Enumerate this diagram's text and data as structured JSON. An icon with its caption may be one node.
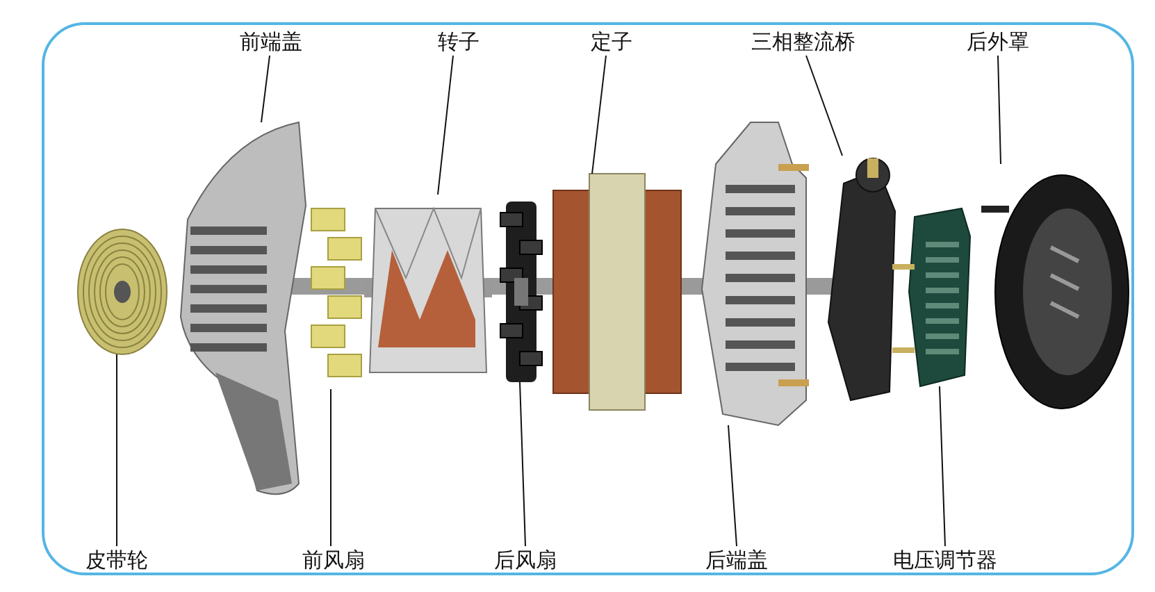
{
  "diagram": {
    "nodes": [
      {
        "text": [
          "前端盖"
        ]
      },
      {
        "text": [
          "转子"
        ]
      },
      {
        "text": [
          "定子"
        ]
      },
      {
        "text": [
          "三相整流桥"
        ]
      },
      {
        "text": [
          "后外罩"
        ]
      },
      {
        "text": [
          "皮带轮"
        ]
      },
      {
        "text": [
          "前风扇"
        ]
      },
      {
        "text": [
          "后风扇"
        ]
      },
      {
        "text": [
          "后端盖"
        ]
      },
      {
        "text": [
          "电压调节器"
        ]
      },
      {
        "text": [],
        "shape": "picture"
      },
      {
        "text": [],
        "shape": "picture"
      },
      {
        "text": [],
        "shape": "picture"
      },
      {
        "text": [],
        "shape": "picture"
      },
      {
        "text": [],
        "shape": "picture"
      },
      {
        "text": [],
        "shape": "picture"
      },
      {
        "text": [],
        "shape": "picture"
      },
      {
        "text": [],
        "shape": "picture"
      },
      {
        "text": [],
        "shape": "picture"
      },
      {
        "text": [],
        "shape": "picture"
      }
    ],
    "edges": [
      {
        "from": 5,
        "to": 10,
        "arrow": "none"
      },
      {
        "from": 0,
        "to": 11,
        "arrow": "none"
      },
      {
        "from": 6,
        "to": 12,
        "arrow": "none"
      },
      {
        "from": 1,
        "to": 13,
        "arrow": "none"
      },
      {
        "from": 7,
        "to": 14,
        "arrow": "none"
      },
      {
        "from": 2,
        "to": 15,
        "arrow": "none"
      },
      {
        "from": 8,
        "to": 16,
        "arrow": "none"
      },
      {
        "from": 3,
        "to": 17,
        "arrow": "none"
      },
      {
        "from": 9,
        "to": 18,
        "arrow": "none"
      },
      {
        "from": 4,
        "to": 19,
        "arrow": "none"
      }
    ]
  }
}
